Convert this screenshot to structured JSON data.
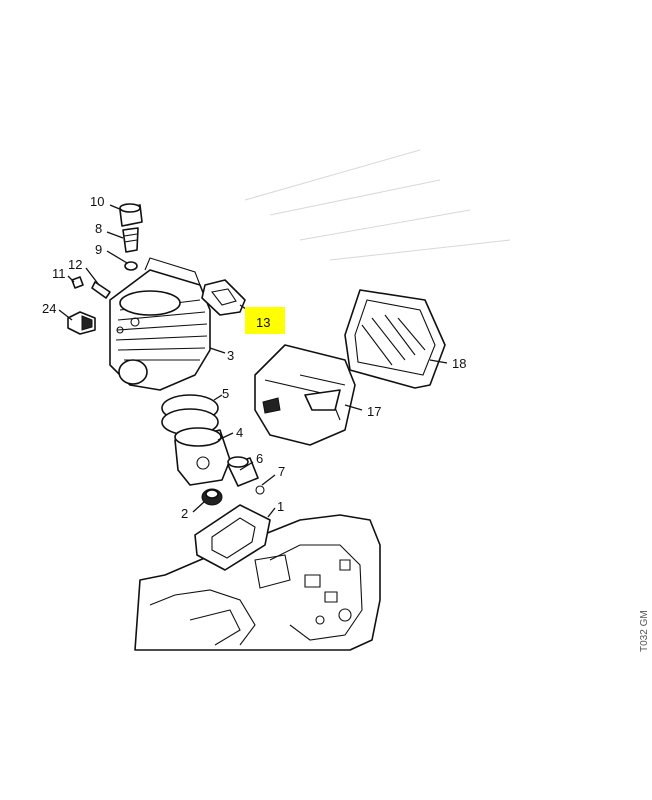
{
  "diagram": {
    "highlight_color": "#ffff00",
    "callouts": [
      "10",
      "8",
      "9",
      "12",
      "11",
      "24",
      "13",
      "3",
      "18",
      "5",
      "4",
      "17",
      "6",
      "7",
      "2",
      "1"
    ],
    "highlighted": "13",
    "watermark": "T032 GM"
  }
}
